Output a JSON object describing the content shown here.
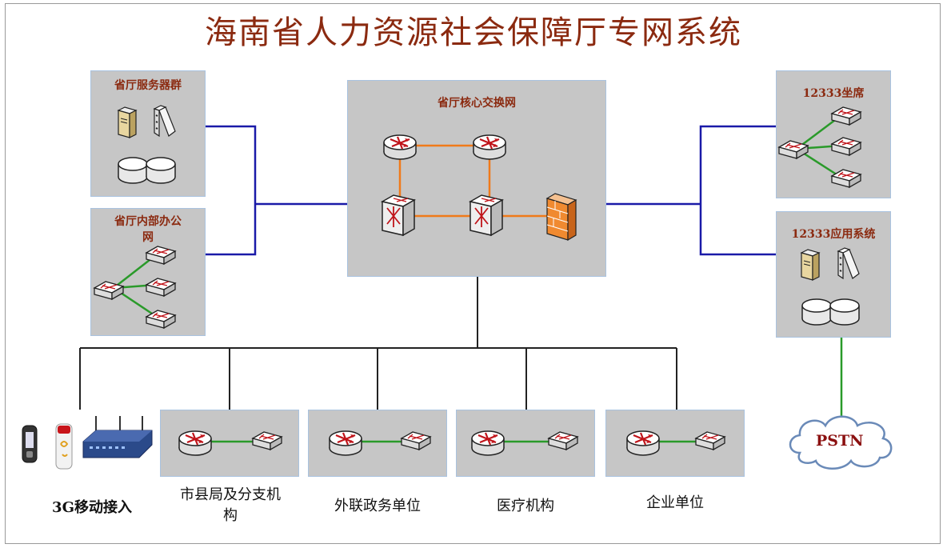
{
  "title": "海南省人力资源社会保障厅专网系统",
  "boxes": {
    "server_group": "省厅服务器群",
    "internal_office": "省厅内部办公网",
    "core": "省厅核心交换网",
    "agent": "12333坐席",
    "app_system": "12333应用系统"
  },
  "captions": {
    "mobile": "3G移动接入",
    "city": "市县局及分支机构",
    "gov": "外联政务单位",
    "medical": "医疗机构",
    "enterprise": "企业单位"
  },
  "pstn": "PSTN",
  "colors": {
    "title": "#8b2a10",
    "box_bg": "#c6c6c6",
    "blue_link": "#1a1aa8",
    "orange_link": "#f07a1a",
    "green_link": "#2a9a2a",
    "black_link": "#222222"
  }
}
